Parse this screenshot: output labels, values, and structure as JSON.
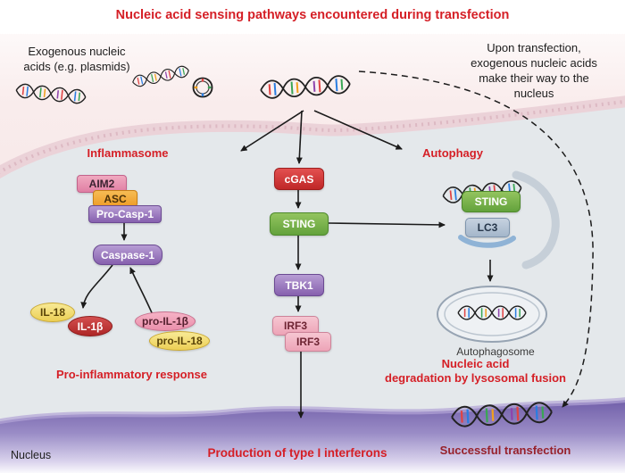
{
  "title": "Nucleic acid sensing pathways encountered during transfection",
  "colors": {
    "accent_red": "#d51f26",
    "dark_red": "#97212b",
    "nucleus_purple": "#6f5da8",
    "cytoplasm_gray": "#e4e8eb",
    "membrane_pink": "#ebd2d8",
    "sting_green": "#63a23c",
    "cgas_red": "#bf2727",
    "kinase_purple": "#8660ae",
    "lc3_blue": "#a4b6ca"
  },
  "annotations": {
    "exogenous": "Exogenous nucleic\nacids (e.g. plasmids)",
    "upon_transfection": "Upon transfection,\nexogenous nucleic acids\nmake their way to the\nnucleus",
    "nucleus": "Nucleus",
    "autophagosome": "Autophagosome"
  },
  "pathway_labels": {
    "inflammasome": "Inflammasome",
    "autophagy": "Autophagy",
    "pro_inflammatory": "Pro-inflammatory response",
    "degradation": "Nucleic acid\ndegradation by lysosomal fusion",
    "interferons": "Production of type I interferons",
    "successful": "Successful transfection"
  },
  "nodes": {
    "aim2": "AIM2",
    "asc": "ASC",
    "pro_casp1": "Pro-Casp-1",
    "caspase1": "Caspase-1",
    "il18": "IL-18",
    "il1b": "IL-1β",
    "pro_il1b": "pro-IL-1β",
    "pro_il18": "pro-IL-18",
    "cgas": "cGAS",
    "sting": "STING",
    "tbk1": "TBK1",
    "irf3_1": "IRF3",
    "irf3_2": "IRF3",
    "sting_autophagy": "STING",
    "lc3": "LC3"
  }
}
